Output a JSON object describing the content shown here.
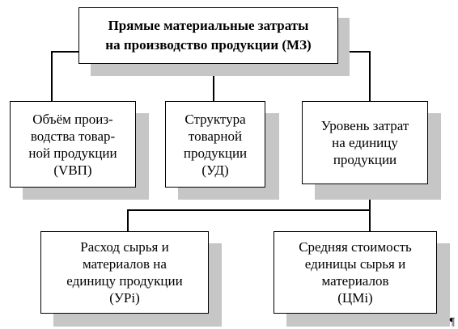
{
  "top": {
    "title": "Прямые материальные затраты\nна производство продукции (МЗ)"
  },
  "level1": [
    {
      "label": "Объём произ-\nводства товар-\nной продукции\n(VВП)"
    },
    {
      "label": "Структура\nтоварной\nпродукции\n(УД)"
    },
    {
      "label": "Уровень затрат\nна единицу\nпродукции"
    }
  ],
  "level2": [
    {
      "label": "Расход сырья и\nматериалов на\nединицу продукции\n(УРi)"
    },
    {
      "label": "Средняя стоимость\nединицы сырья и\nматериалов\n(ЦМi)"
    }
  ],
  "mark": "¶"
}
